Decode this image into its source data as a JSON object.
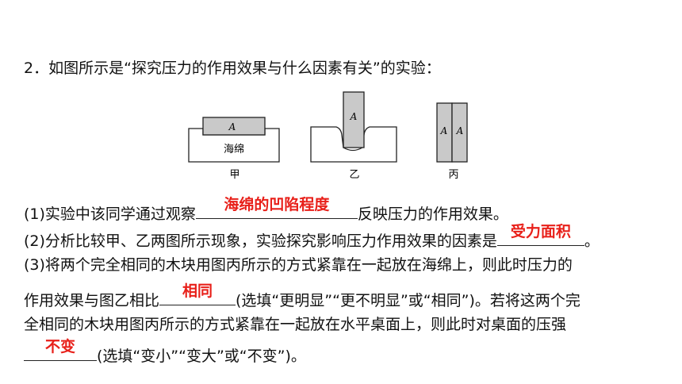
{
  "question": {
    "title": "2．如图所示是“探究压力的作用效果与什么因素有关”的实验："
  },
  "figure": {
    "block_label": "A",
    "sponge_label": "海绵",
    "captions": [
      "甲",
      "乙",
      "丙"
    ]
  },
  "q1": {
    "before": "(1)实验中该同学通过观察",
    "answer": "海绵的凹陷程度",
    "after": "反映压力的作用效果。"
  },
  "q2": {
    "before": "(2)分析比较甲、乙两图所示现象，实验探究影响压力作用效果的因素是",
    "answer": "受力面积",
    "after": "。"
  },
  "q3": {
    "line1": "(3)将两个完全相同的木块用图丙所示的方式紧靠在一起放在海绵上，则此时压力的",
    "line2_before": "作用效果与图乙相比",
    "answer1": "相同",
    "line2_after": "(选填“更明显”“更不明显”或“相同”)。若将这两个完",
    "line3": "全相同的木块用图丙所示的方式紧靠在一起放在水平桌面上，则此时对桌面的压强",
    "answer2": "不变",
    "line4_after": "(选填“变小”“变大”或“不变”)。"
  }
}
